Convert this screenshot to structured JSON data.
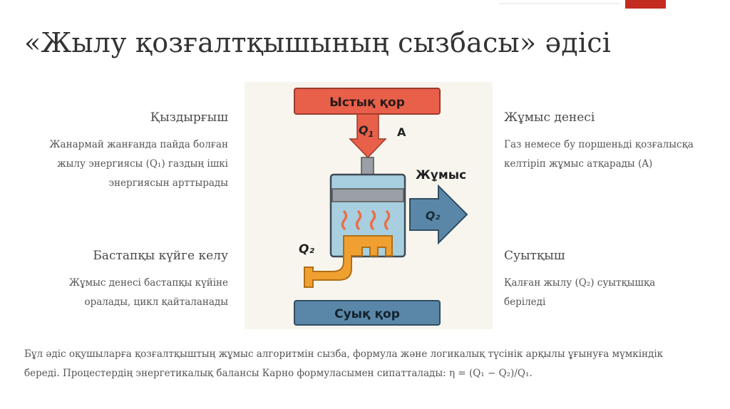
{
  "slide": {
    "title": "«Жылу қозғалтқышының сызбасы» әдісі",
    "accent_color": "#c42b20"
  },
  "sections": {
    "heater": {
      "heading": "Қыздырғыш",
      "lines": [
        "Жанармай жанғанда пайда болған",
        "жылу энергиясы (Q₁) газдың ішкі",
        "энергиясын арттырады"
      ]
    },
    "working_body": {
      "heading": "Жұмыс денесі",
      "lines": [
        "Газ немесе бу поршеньді қозғалысқа",
        "келтіріп жұмыс атқарады (A)"
      ]
    },
    "return": {
      "heading": "Бастапқы күйге келу",
      "lines": [
        "Жұмыс денесі бастапқы күйіне",
        "оралады, цикл қайталанады"
      ]
    },
    "cooler": {
      "heading": "Суытқыш",
      "lines": [
        "Қалған жылу (Q₂) суытқышқа",
        "беріледі"
      ]
    }
  },
  "diagram": {
    "hot_reservoir": "Ыстық қор",
    "cold_reservoir": "Суық қор",
    "q1_label": "Q",
    "q1_sub": "1",
    "a_label": "A",
    "work_label": "Жұмыс",
    "q2_arrow_label": "Q₂",
    "q2_exhaust_label": "Q₂",
    "colors": {
      "hot": "#e8604a",
      "cold": "#5a87a8",
      "cylinder": "#a8cfe0",
      "piston": "#9aa0a6",
      "exhaust": "#f0a030",
      "heat_waves": "#e8704a"
    }
  },
  "footer": {
    "lines": [
      "Бұл әдіс оқушыларға қозғалтқыштың жұмыс алгоритмін сызба, формула және логикалық түсінік арқылы ұғынуға мүмкіндік",
      "береді. Процестердің энергетикалық балансы Карно формуласымен сипатталады: η = (Q₁ − Q₂)/Q₁."
    ]
  }
}
